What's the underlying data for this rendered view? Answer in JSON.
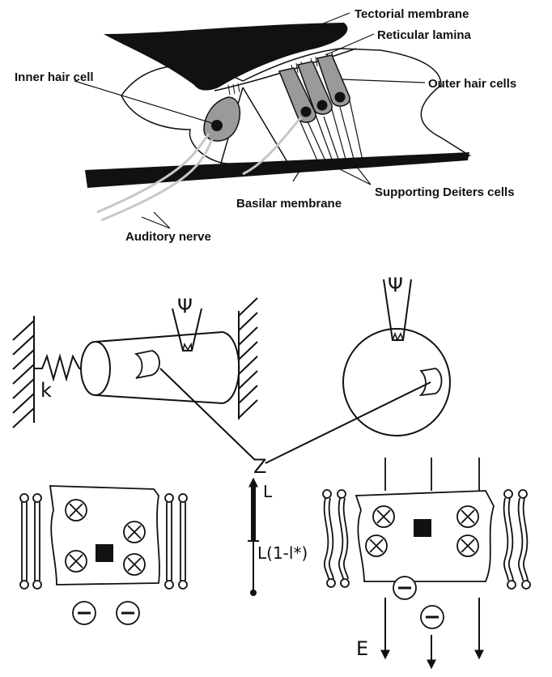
{
  "labels": {
    "tectorial_membrane": "Tectorial membrane",
    "reticular_lamina": "Reticular lamina",
    "inner_hair_cell": "Inner hair cell",
    "outer_hair_cells": "Outer hair cells",
    "supporting_deiters_cells": "Supporting Deiters cells",
    "basilar_membrane": "Basilar membrane",
    "auditory_nerve": "Auditory nerve"
  },
  "symbols": {
    "psi_left": "Ψ",
    "psi_right": "Ψ",
    "spring_constant": "k",
    "z_axis": "Z",
    "length_L": "L",
    "length_reduced": "L(1-l*)",
    "field_E": "E"
  },
  "colors": {
    "ink": "#111111",
    "hair_cell_fill": "#9a9a9a",
    "nerve": "#c8c8c8"
  }
}
